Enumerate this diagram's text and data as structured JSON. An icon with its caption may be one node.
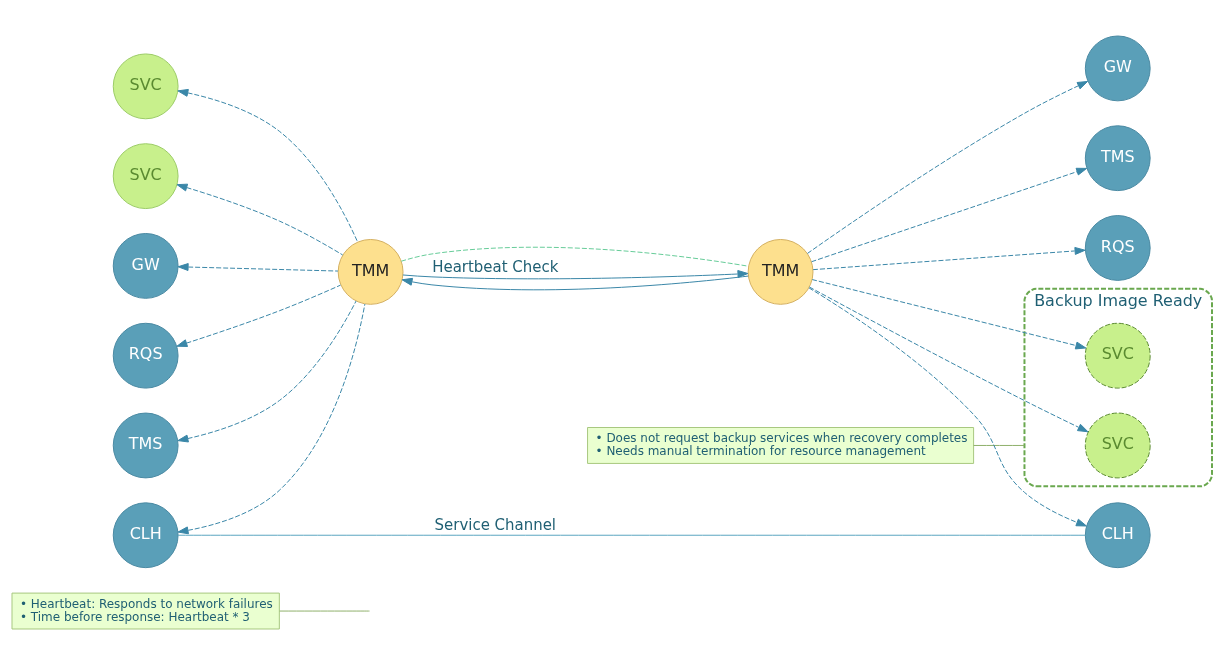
{
  "diagram": {
    "nodes": [
      {
        "text": [
          "• Heartbeat: Responds to network failures",
          "• Time before response: Heartbeat * 3"
        ]
      },
      {
        "text": [
          "• Does not request backup services when recovery completes",
          "• Needs manual termination for resource management"
        ]
      },
      {
        "text": [
          "TMM"
        ]
      },
      {
        "text": [
          "CLH"
        ]
      },
      {
        "text": [
          "TMS"
        ]
      },
      {
        "text": [
          "SVC"
        ]
      },
      {
        "text": [
          "SVC"
        ]
      },
      {
        "text": [
          "GW"
        ]
      },
      {
        "text": [
          "RQS"
        ]
      },
      {
        "text": [
          "TMM"
        ]
      },
      {
        "text": [
          "CLH"
        ]
      },
      {
        "text": [
          "TMS"
        ]
      },
      {
        "text": [
          "RQS"
        ]
      },
      {
        "text": [
          "GW"
        ]
      },
      {
        "text": [
          "Backup Image Ready"
        ]
      },
      {
        "text": [
          "SVC"
        ],
        "in": 14
      },
      {
        "text": [
          "SVC"
        ],
        "in": 14
      }
    ],
    "edges": [
      {
        "from": 3,
        "to": 10,
        "arrow": "none",
        "label": "Service Channel",
        "color": "#5aa6c0"
      },
      {
        "from": 2,
        "to": 3,
        "arrow": "to",
        "style": "dashed"
      },
      {
        "from": 2,
        "to": 4,
        "arrow": "to",
        "style": "dashed"
      },
      {
        "from": 2,
        "to": 5,
        "arrow": "to",
        "style": "dashed"
      },
      {
        "from": 2,
        "to": 6,
        "arrow": "to",
        "style": "dashed"
      },
      {
        "from": 2,
        "to": 7,
        "arrow": "to",
        "style": "dashed"
      },
      {
        "from": 2,
        "to": 8,
        "arrow": "to",
        "style": "dashed"
      },
      {
        "from": 2,
        "to": 9,
        "arrow": "none",
        "style": "dashed",
        "color": "#66cc99"
      },
      {
        "from": 2,
        "to": 9,
        "arrow": "to",
        "label": "Heartbeat Check"
      },
      {
        "from": 9,
        "to": 2,
        "arrow": "to"
      },
      {
        "from": 9,
        "to": 11,
        "arrow": "to",
        "style": "dashed"
      },
      {
        "from": 9,
        "to": 10,
        "arrow": "to",
        "style": "dashed"
      },
      {
        "from": 9,
        "to": 12,
        "arrow": "to",
        "style": "dashed"
      },
      {
        "from": 9,
        "to": 13,
        "arrow": "to",
        "style": "dashed"
      },
      {
        "from": 9,
        "to": 15,
        "arrow": "to",
        "style": "dashed"
      },
      {
        "from": 9,
        "to": 16,
        "arrow": "to",
        "style": "dashed"
      },
      {
        "from": 0,
        "to": null,
        "arrow": "none",
        "color": "#8fb06a"
      },
      {
        "from": 1,
        "to": 14,
        "arrow": "none",
        "color": "#8fb06a"
      }
    ]
  }
}
